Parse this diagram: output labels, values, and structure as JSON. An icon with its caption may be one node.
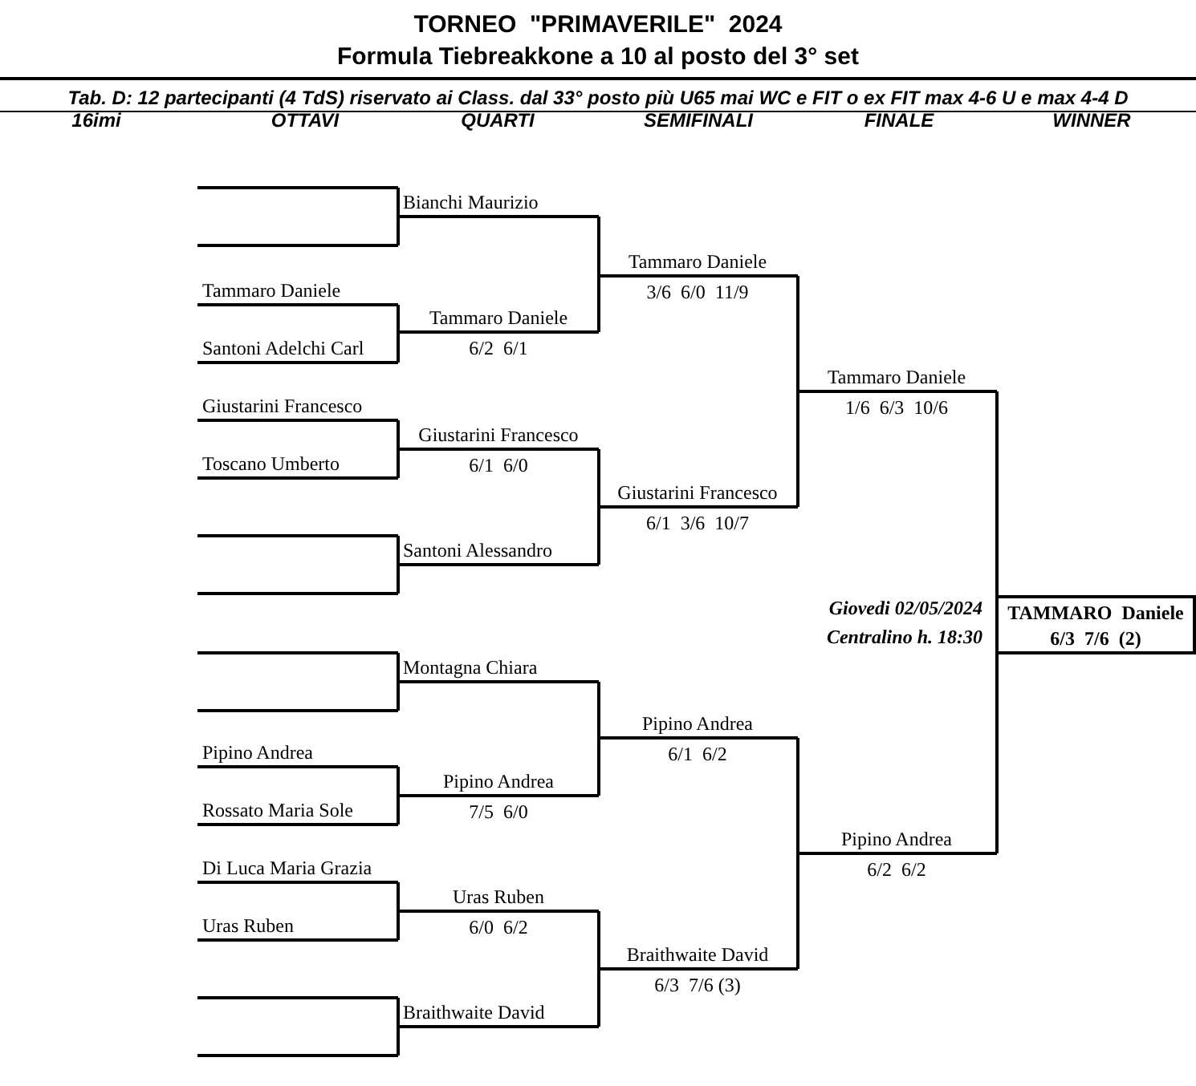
{
  "diagram": {
    "title": "TORNEO  \"PRIMAVERILE\"  2024",
    "nodes": [
      {
        "text": [],
        "shape": "bar"
      },
      {
        "text": [],
        "shape": "bar"
      },
      {
        "text": [
          "Tammaro Daniele"
        ]
      },
      {
        "text": [
          "Santoni Adelchi Carl"
        ]
      },
      {
        "text": [
          "Giustarini Francesco"
        ]
      },
      {
        "text": [
          "Toscano Umberto"
        ]
      },
      {
        "text": [],
        "shape": "bar"
      },
      {
        "text": [],
        "shape": "bar"
      },
      {
        "text": [],
        "shape": "bar"
      },
      {
        "text": [],
        "shape": "bar"
      },
      {
        "text": [
          "Pipino Andrea"
        ]
      },
      {
        "text": [
          "Rossato Maria Sole"
        ]
      },
      {
        "text": [
          "Di Luca Maria Grazia"
        ]
      },
      {
        "text": [
          "Uras Ruben"
        ]
      },
      {
        "text": [],
        "shape": "bar"
      },
      {
        "text": [],
        "shape": "bar"
      },
      {
        "text": [
          "Bianchi Maurizio"
        ]
      },
      {
        "text": [
          "Tammaro Daniele",
          "6/2  6/1"
        ]
      },
      {
        "text": [
          "Giustarini Francesco",
          "6/1  6/0"
        ]
      },
      {
        "text": [
          "Santoni Alessandro"
        ]
      },
      {
        "text": [
          "Montagna Chiara"
        ]
      },
      {
        "text": [
          "Pipino Andrea",
          "7/5  6/0"
        ]
      },
      {
        "text": [
          "Uras Ruben",
          "6/0  6/2"
        ]
      },
      {
        "text": [
          "Braithwaite David"
        ]
      },
      {
        "text": [
          "Tammaro Daniele",
          "3/6  6/0  11/9"
        ]
      },
      {
        "text": [
          "Giustarini Francesco",
          "6/1  3/6  10/7"
        ]
      },
      {
        "text": [
          "Pipino Andrea",
          "6/1  6/2"
        ]
      },
      {
        "text": [
          "Braithwaite David",
          "6/3  7/6 (3)"
        ]
      },
      {
        "text": [
          "Tammaro Daniele",
          "1/6  6/3  10/6"
        ]
      },
      {
        "text": [
          "Pipino Andrea",
          "6/2  6/2"
        ]
      },
      {
        "text": [
          "TAMMARO  Daniele",
          "6/3  7/6  (2)"
        ]
      }
    ],
    "edges": [
      {
        "from": 0,
        "to": 16,
        "arrow": "none"
      },
      {
        "from": 1,
        "to": 16,
        "arrow": "none"
      },
      {
        "from": 2,
        "to": 17,
        "arrow": "none"
      },
      {
        "from": 3,
        "to": 17,
        "arrow": "none"
      },
      {
        "from": 4,
        "to": 18,
        "arrow": "none"
      },
      {
        "from": 5,
        "to": 18,
        "arrow": "none"
      },
      {
        "from": 6,
        "to": 19,
        "arrow": "none"
      },
      {
        "from": 7,
        "to": 19,
        "arrow": "none"
      },
      {
        "from": 8,
        "to": 20,
        "arrow": "none"
      },
      {
        "from": 9,
        "to": 20,
        "arrow": "none"
      },
      {
        "from": 10,
        "to": 21,
        "arrow": "none"
      },
      {
        "from": 11,
        "to": 21,
        "arrow": "none"
      },
      {
        "from": 12,
        "to": 22,
        "arrow": "none"
      },
      {
        "from": 13,
        "to": 22,
        "arrow": "none"
      },
      {
        "from": 14,
        "to": 23,
        "arrow": "none"
      },
      {
        "from": 15,
        "to": 23,
        "arrow": "none"
      },
      {
        "from": 16,
        "to": 24,
        "arrow": "none"
      },
      {
        "from": 17,
        "to": 24,
        "arrow": "none"
      },
      {
        "from": 18,
        "to": 25,
        "arrow": "none"
      },
      {
        "from": 19,
        "to": 25,
        "arrow": "none"
      },
      {
        "from": 20,
        "to": 26,
        "arrow": "none"
      },
      {
        "from": 21,
        "to": 26,
        "arrow": "none"
      },
      {
        "from": 22,
        "to": 27,
        "arrow": "none"
      },
      {
        "from": 23,
        "to": 27,
        "arrow": "none"
      },
      {
        "from": 24,
        "to": 28,
        "arrow": "none"
      },
      {
        "from": 25,
        "to": 28,
        "arrow": "none"
      },
      {
        "from": 26,
        "to": 29,
        "arrow": "none"
      },
      {
        "from": 27,
        "to": 29,
        "arrow": "none"
      },
      {
        "from": 28,
        "to": 30,
        "arrow": "none"
      },
      {
        "from": 29,
        "to": 30,
        "arrow": "none"
      }
    ],
    "labels": [
      "Formula Tiebreakkone a 10 al posto del 3° set",
      "Tab. D: 12 partecipanti (4 TdS) riservato ai Class. dal 33° posto più U65 mai WC e FIT o ex FIT max 4-6 U e max 4-4 D",
      "16imi",
      "OTTAVI",
      "QUARTI",
      "SEMIFINALI",
      "FINALE",
      "WINNER",
      "Giovedi 02/05/2024",
      "Centralino h. 18:30"
    ]
  }
}
